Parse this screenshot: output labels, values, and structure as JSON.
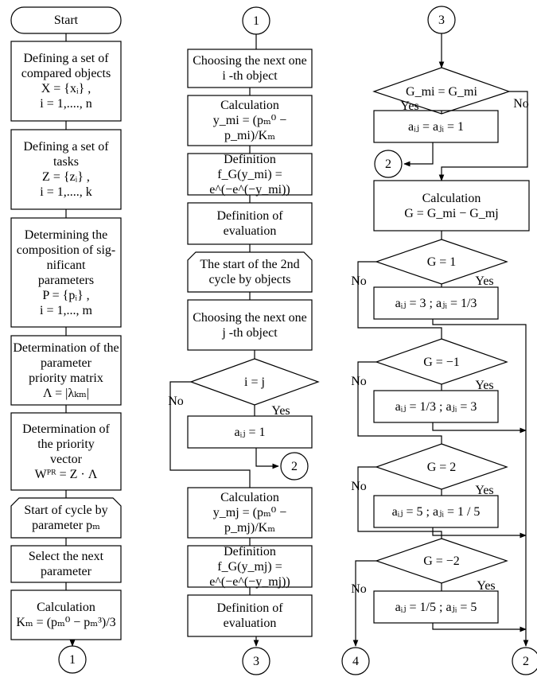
{
  "col1": {
    "start": "Start",
    "b1": "Defining a set of\ncompared objects\nX = {xᵢ} ,\ni = 1,...., n",
    "b2": "Defining a set of\ntasks\nZ = {zᵢ} ,\ni = 1,...., k",
    "b3": "Determining the\ncomposition of sig-\nnificant\nparameters\nP = {pᵢ} ,\ni = 1,..., m",
    "b4": "Determination of the\nparameter\npriority matrix\nΛ = |λₖₘ|",
    "b5": "Determination of\nthe priority\nvector\nWᴾᴿ = Z · Λ",
    "b6": "Start of cycle by\nparameter  pₘ",
    "b7": "Select the next\nparameter",
    "b8": "Calculation\nKₘ = (pₘ⁰ − pₘ³)/3",
    "end": "1"
  },
  "col2": {
    "top": "1",
    "c1": "Choosing the next one\ni -th object",
    "c2": "Calculation\ny_mi = (pₘ⁰ − p_mi)/Kₘ",
    "c3": "Definition\nf_G(y_mi) = e^(−e^(−y_mi))",
    "c4": "Definition of\nevaluation",
    "c5": "The start of the 2nd\ncycle by objects",
    "c6": "Choosing the next one\nj -th object",
    "d1": "i = j",
    "no": "No",
    "yes": "Yes",
    "c7": "aᵢⱼ = 1",
    "conn2": "2",
    "c8": "Calculation\ny_mj = (pₘ⁰ − p_mj)/Kₘ",
    "c9": "Definition\nf_G(y_mj) = e^(−e^(−y_mj))",
    "c10": "Definition of\nevaluation",
    "end": "3"
  },
  "col3": {
    "top": "3",
    "d1": "G_mi = G_mi",
    "no": "No",
    "yes": "Yes",
    "e1": "aᵢⱼ = aⱼᵢ = 1",
    "conn2a": "2",
    "e2": "Calculation\nG = G_mi − G_mj",
    "d2": "G = 1",
    "e3": "aᵢⱼ = 3 ; aⱼᵢ = 1/3",
    "d3": "G = −1",
    "e4": "aᵢⱼ = 1/3 ; aⱼᵢ = 3",
    "d4": "G = 2",
    "e5": "aᵢⱼ = 5 ; aⱼᵢ = 1 / 5",
    "d5": "G = −2",
    "e6": "aᵢⱼ = 1/5 ; aⱼᵢ = 5",
    "end4": "4",
    "end2": "2"
  }
}
